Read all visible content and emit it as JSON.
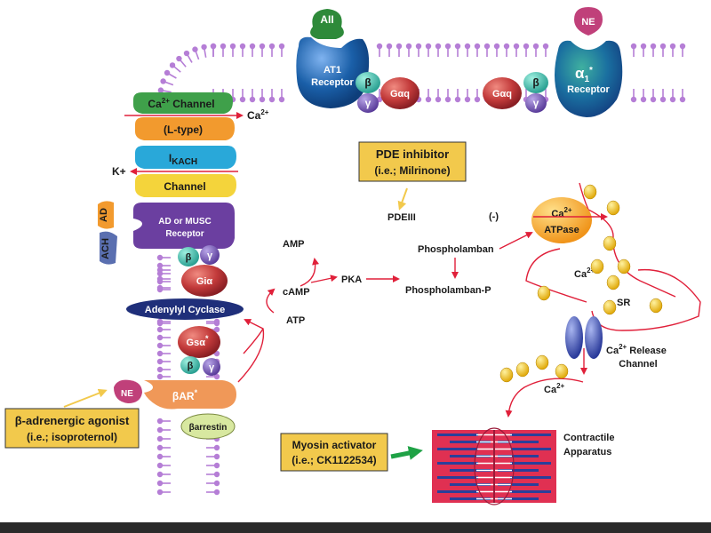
{
  "ligands": {
    "all": "AII",
    "ne_top": "NE",
    "ne_left": "NE",
    "ad": "AD",
    "ach": "ACH"
  },
  "receptors": {
    "at1_line1": "AT1",
    "at1_line2": "Receptor",
    "alpha1_line1": "α",
    "alpha1_sub": "1",
    "alpha1_sup": "*",
    "alpha1_line2": "Receptor",
    "ad_musc_line1": "AD or MUSC",
    "ad_musc_line2": "Receptor",
    "beta_ar": "βAR",
    "beta_ar_sup": "*"
  },
  "subunits": {
    "beta": "β",
    "gamma": "γ",
    "gaq": "Gαq",
    "gia": "Giα",
    "gsa": "Gsα",
    "gsa_sup": "*"
  },
  "channels": {
    "ca_channel_prefix": "Ca",
    "ca_channel_sup": "2+",
    "ca_channel_suffix": " Channel",
    "l_type": "(L-type)",
    "ikach_i": "I",
    "ikach_sub": "KACH",
    "channel": "Channel",
    "adenylyl": "Adenylyl Cyclase",
    "barrestin": "βarrestin"
  },
  "ions": {
    "ca": "Ca",
    "ca_sup": "2+",
    "k_plus": "K+"
  },
  "pathway": {
    "amp": "AMP",
    "camp": "cAMP",
    "atp": "ATP",
    "pka": "PKA",
    "phospholamban": "Phospholamban",
    "phospholamban_p": "Phospholamban-P",
    "pde": "PDEIII",
    "minus": "(-)",
    "atpase_top": "Ca",
    "atpase_sup": "2+",
    "atpase_bottom": "ATPase",
    "sr": "SR",
    "release_line1": "Ca",
    "release_sup": "2+",
    "release_line1_suffix": " Release",
    "release_line2": "Channel",
    "contractile_line1": "Contractile",
    "contractile_line2": "Apparatus"
  },
  "boxes": {
    "pde_inhibitor_line1": "PDE inhibitor",
    "pde_inhibitor_line2": "(i.e.; Milrinone)",
    "beta_agonist_line1": "β-adrenergic agonist",
    "beta_agonist_line2": "(i.e.; isoproternol)",
    "myosin_line1": "Myosin activator",
    "myosin_line2": "(i.e.; CK1122534)"
  },
  "colors": {
    "membrane": "#b57ed6",
    "arrow_red": "#e0203a",
    "box_yellow": "#f2c94c",
    "box_border": "#333333",
    "receptor_blue": "#1a5fa8",
    "green_ligand": "#2e8a3a",
    "ne_pink": "#c0407a",
    "purple_receptor": "#6b3fa0",
    "ca_channel_green": "#3fa04a",
    "ltype_orange": "#f29a2e",
    "ikach_cyan": "#29a8d9",
    "channel_yellow": "#f4d43b",
    "adenylyl_navy": "#1f2f7a",
    "gprotein_red": "#c23a3a",
    "beta_teal": "#2fb3a0",
    "gamma_purple": "#6a4aa8",
    "atpase_orange": "#f5a623",
    "dot_yellow": "#f3c316",
    "sarcomere_red": "#e03052",
    "sarcomere_blue": "#2a3f9a",
    "green_arrow": "#1fa246"
  }
}
